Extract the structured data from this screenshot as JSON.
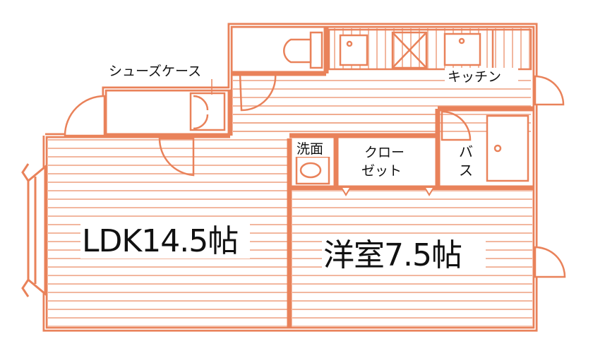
{
  "colors": {
    "wall": "#E9825A",
    "floor_line": "#EFA587",
    "text": "#111111",
    "background": "#FFFFFF"
  },
  "rooms": {
    "ldk": "LDK14.5帖",
    "western": "洋室7.5帖",
    "kitchen": "キッチン",
    "bath": [
      "バ",
      "ス"
    ],
    "closet": [
      "クロー",
      "ゼット"
    ],
    "washroom": "洗面",
    "shoe_case": "シューズケース"
  }
}
